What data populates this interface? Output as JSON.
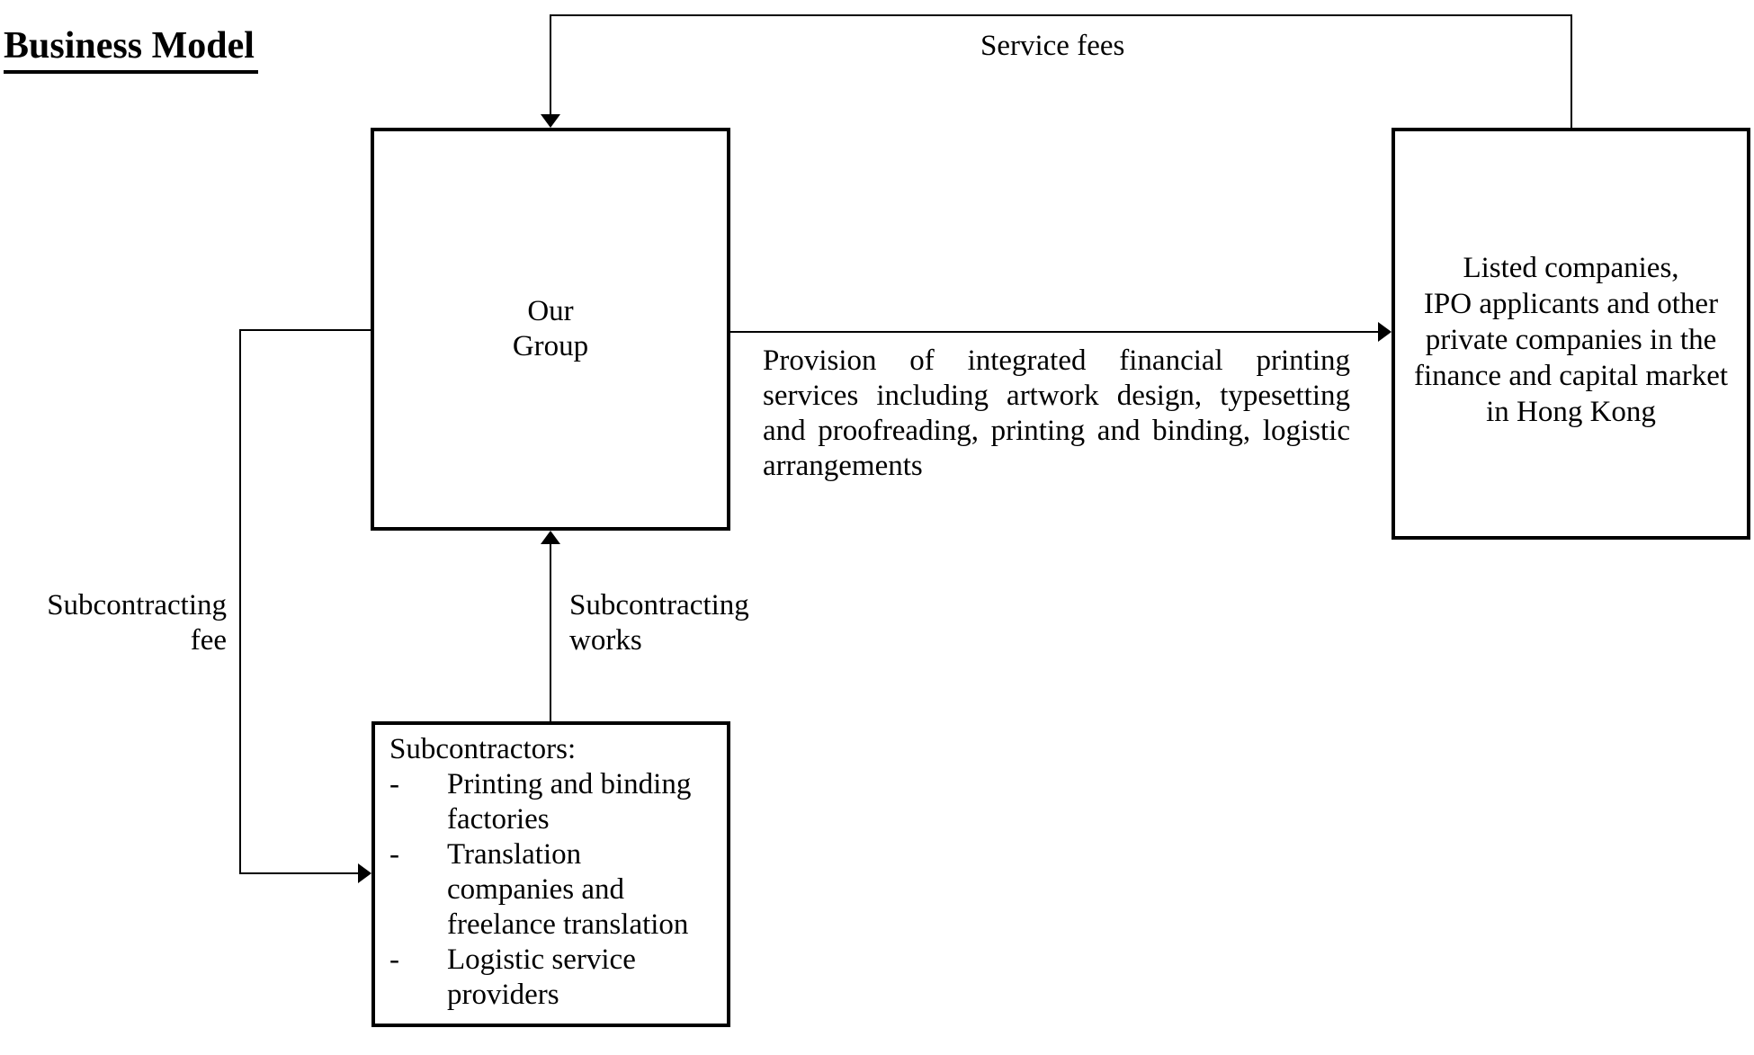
{
  "title": "Business Model",
  "colors": {
    "ink": "#000000",
    "paper": "#ffffff"
  },
  "diagram": {
    "our_group_box": {
      "label_lines": [
        "Our",
        "Group"
      ]
    },
    "clients_box": {
      "label_lines": [
        "Listed companies,",
        "IPO applicants and other",
        "private companies in the",
        "finance and capital market",
        "in Hong Kong"
      ]
    },
    "subcontractors_box": {
      "heading": "Subcontractors:",
      "bullet": "-",
      "items": [
        {
          "lines": [
            "Printing and binding",
            "factories"
          ]
        },
        {
          "lines": [
            "Translation",
            "companies and",
            "freelance translation"
          ]
        },
        {
          "lines": [
            "Logistic service",
            "providers"
          ]
        }
      ]
    },
    "flows": {
      "service_fees": {
        "label": "Service fees"
      },
      "provision": {
        "lines": [
          "Provision of integrated financial printing",
          "services including artwork design, typesetting",
          "and proofreading, printing and binding, logistic",
          "arrangements"
        ]
      },
      "subcontracting_works": {
        "lines": [
          "Subcontracting",
          "works"
        ]
      },
      "subcontracting_fee": {
        "lines": [
          "Subcontracting",
          "fee"
        ]
      }
    }
  }
}
